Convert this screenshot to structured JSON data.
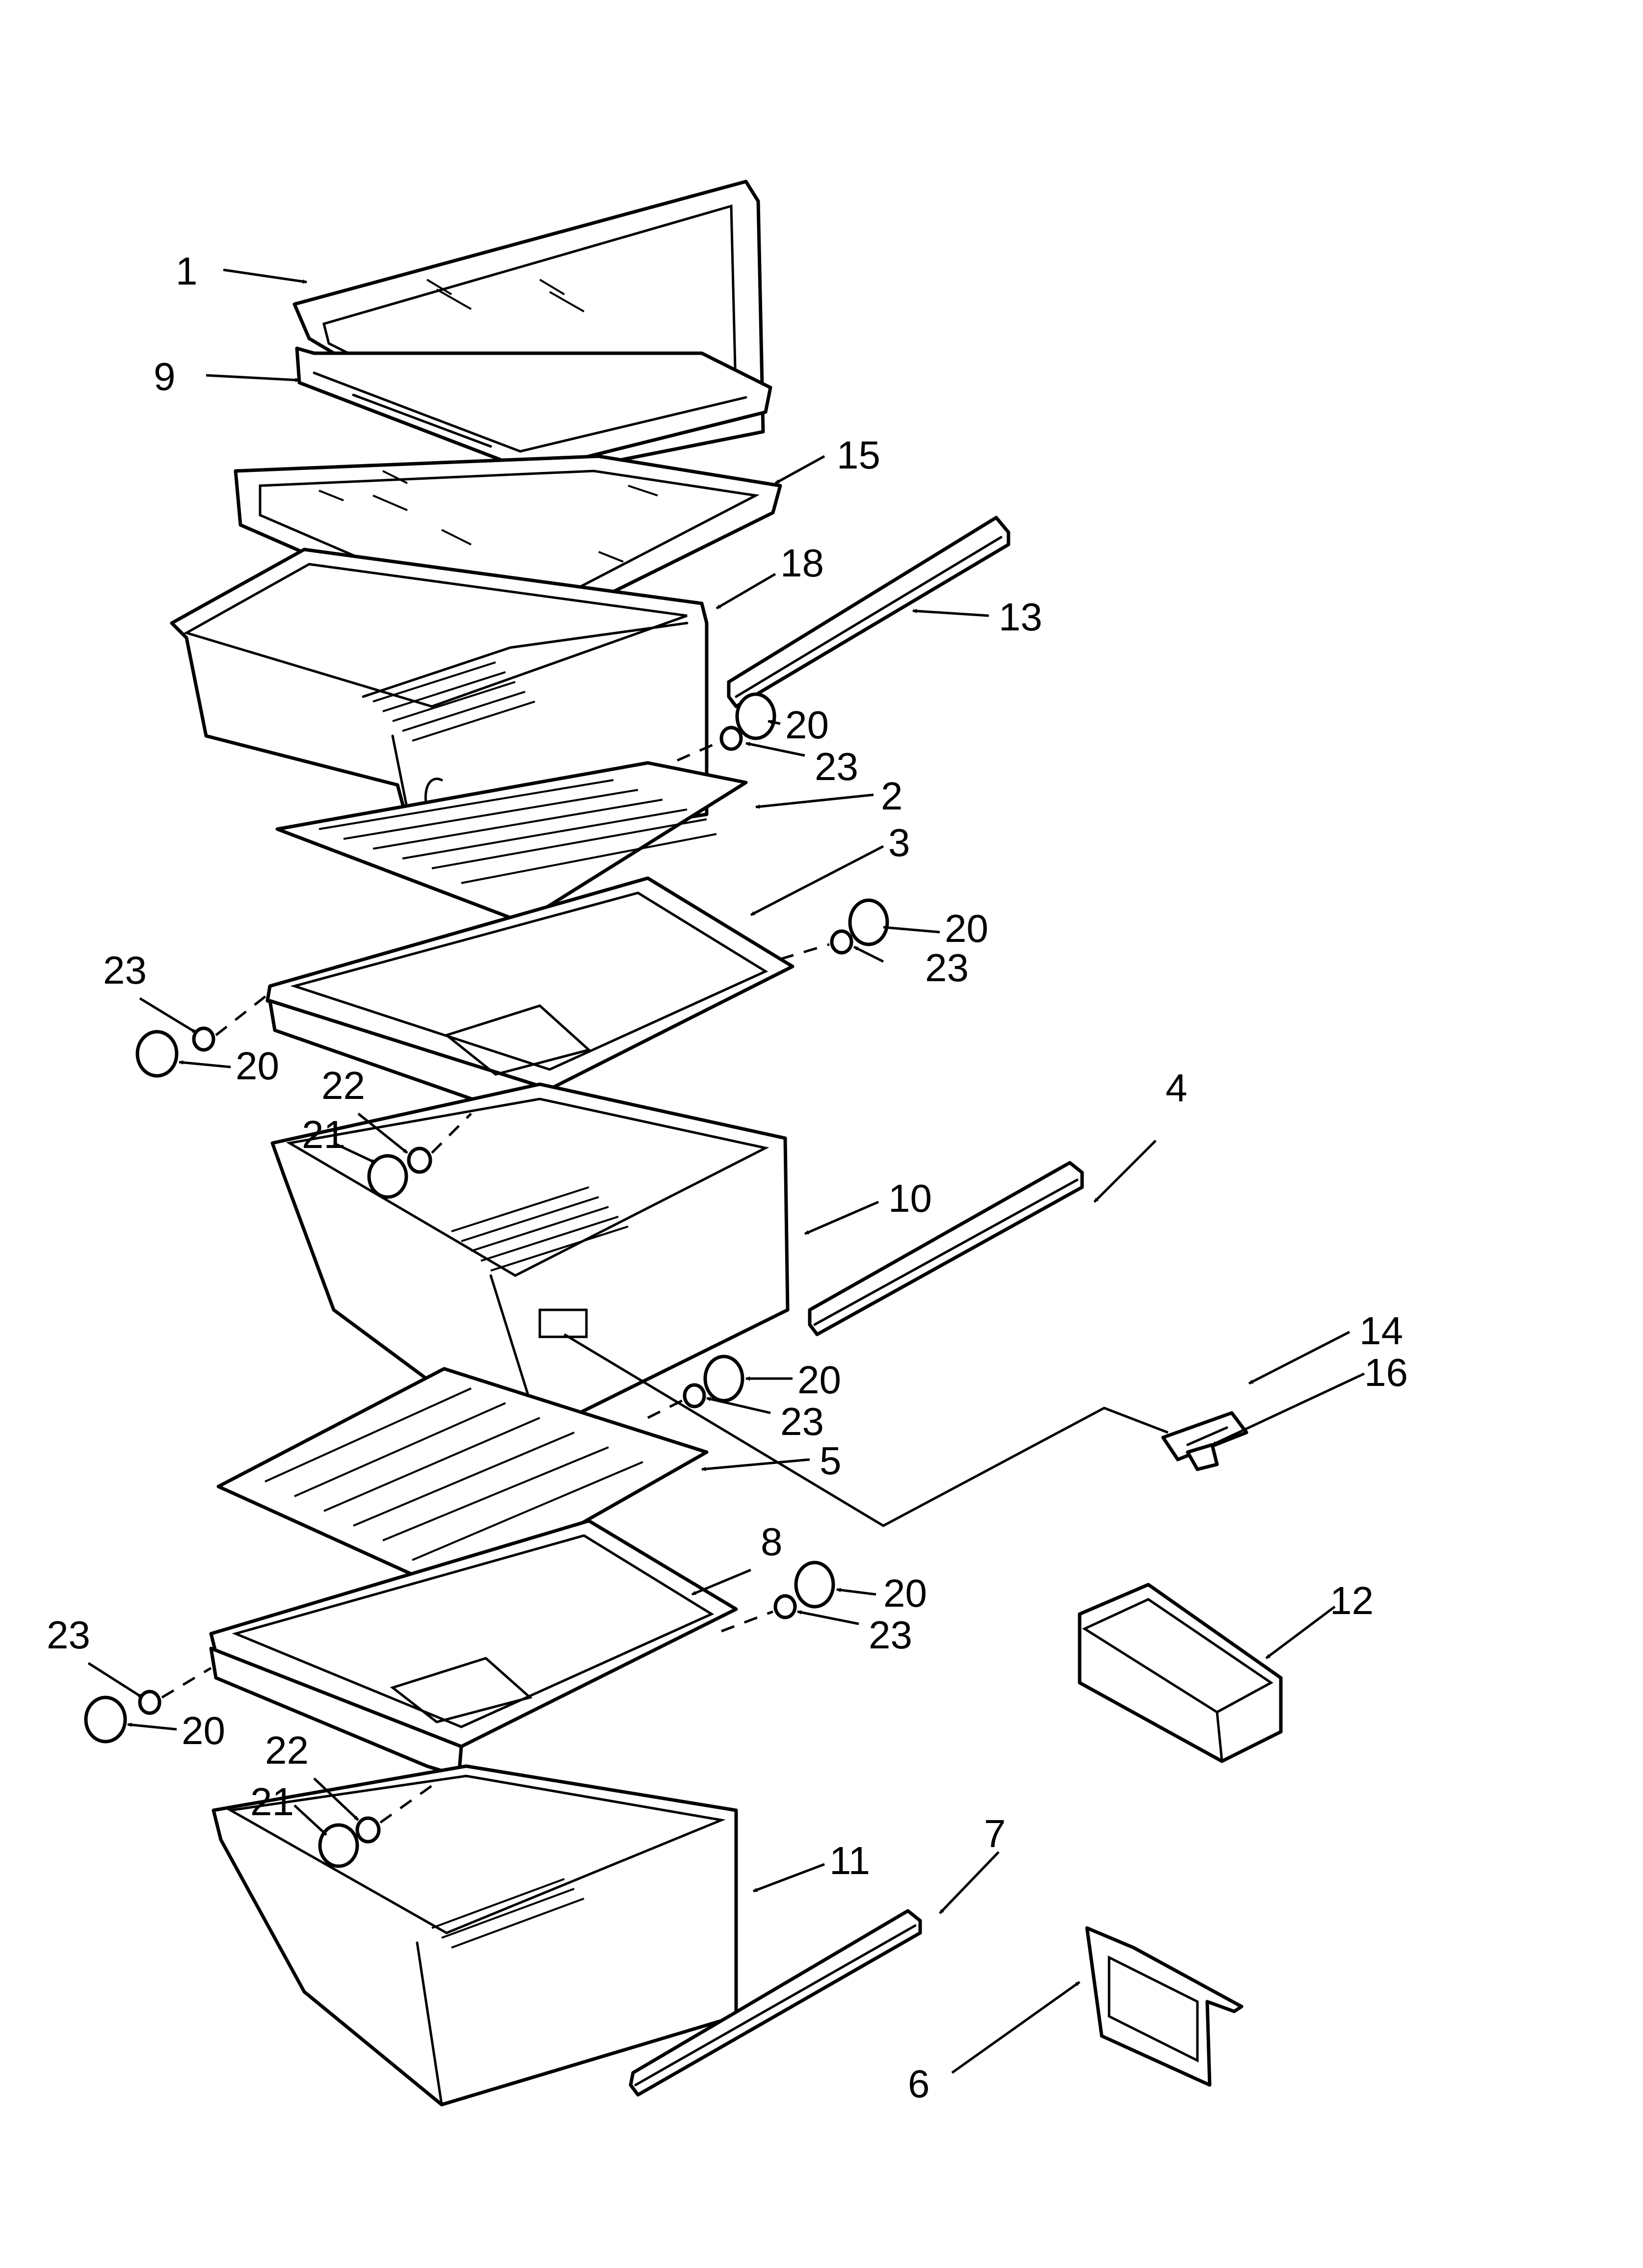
{
  "diagram": {
    "callouts": [
      {
        "id": "c1",
        "text": "1"
      },
      {
        "id": "c9",
        "text": "9"
      },
      {
        "id": "c15",
        "text": "15"
      },
      {
        "id": "c18",
        "text": "18"
      },
      {
        "id": "c13",
        "text": "13"
      },
      {
        "id": "c20a",
        "text": "20"
      },
      {
        "id": "c23a",
        "text": "23"
      },
      {
        "id": "c2",
        "text": "2"
      },
      {
        "id": "c3",
        "text": "3"
      },
      {
        "id": "c20b",
        "text": "20"
      },
      {
        "id": "c23b",
        "text": "23"
      },
      {
        "id": "c23c",
        "text": "23"
      },
      {
        "id": "c20c",
        "text": "20"
      },
      {
        "id": "c22a",
        "text": "22"
      },
      {
        "id": "c21a",
        "text": "21"
      },
      {
        "id": "c4",
        "text": "4"
      },
      {
        "id": "c10",
        "text": "10"
      },
      {
        "id": "c14",
        "text": "14"
      },
      {
        "id": "c16",
        "text": "16"
      },
      {
        "id": "c20d",
        "text": "20"
      },
      {
        "id": "c23d",
        "text": "23"
      },
      {
        "id": "c5",
        "text": "5"
      },
      {
        "id": "c8",
        "text": "8"
      },
      {
        "id": "c20e",
        "text": "20"
      },
      {
        "id": "c23e",
        "text": "23"
      },
      {
        "id": "c12",
        "text": "12"
      },
      {
        "id": "c23f",
        "text": "23"
      },
      {
        "id": "c20f",
        "text": "20"
      },
      {
        "id": "c22b",
        "text": "22"
      },
      {
        "id": "c21b",
        "text": "21"
      },
      {
        "id": "c11",
        "text": "11"
      },
      {
        "id": "c7",
        "text": "7"
      },
      {
        "id": "c6",
        "text": "6"
      }
    ]
  }
}
